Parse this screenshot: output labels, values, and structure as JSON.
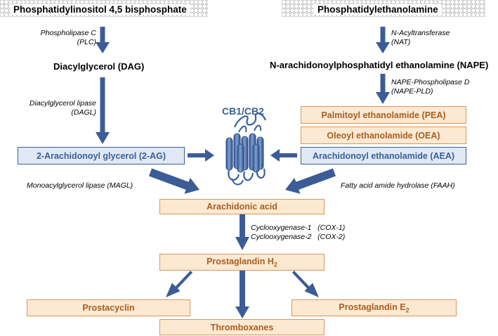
{
  "membrane_left": {
    "label": "Phosphatidylinositol 4,5 bisphosphate"
  },
  "membrane_right": {
    "label": "Phosphatidylethanolamine"
  },
  "enzymes": {
    "plc_1": "Phospholipase C",
    "plc_2": "(PLC)",
    "nat_1": "N-Acyltransferase",
    "nat_2": "(NAT)",
    "dagl_1": "Diacylglycerol lipase",
    "dagl_2": "(DAGL)",
    "napepld_1": "NAPE-Phospholipase D",
    "napepld_2": "(NAPE-PLD)",
    "magl": "Monoacylglycerol lipase (MAGL)",
    "faah": "Fatty acid amide hydrolase (FAAH)",
    "cox1": "Cyclooxygenase-1   (COX-1)",
    "cox2": "Cyclooxygenase-2   (COX-2)"
  },
  "intermediates": {
    "dag": "Diacylglycerol (DAG)",
    "nape": "N-arachidonoylphosphatidyl ethanolamine (NAPE)"
  },
  "receptor": {
    "label": "CB1/CB2"
  },
  "boxes": {
    "two_ag": "2-Arachidonoyl glycerol (2-AG)",
    "pea": "Palmitoyl ethanolamide  (PEA)",
    "oea": "Oleoyl ethanolamide  (OEA)",
    "aea": "Arachidonoyl ethanolamide (AEA)",
    "arachidonic_acid": "Arachidonic acid",
    "pgh2": "Prostaglandin H",
    "pgh2_sub": "2",
    "prostacyclin": "Prostacyclin",
    "thromboxanes": "Thromboxanes",
    "pge2": "Prostaglandin E",
    "pge2_sub": "2"
  },
  "colors": {
    "arrow": "#3b5c96",
    "blue_box_fill": "#dfe8f4",
    "blue_box_border": "#3d5f99",
    "orange_box_fill": "#fde9d2",
    "orange_box_border": "#d9955a",
    "orange_text": "#a75e22",
    "receptor": "#3f67a8"
  }
}
